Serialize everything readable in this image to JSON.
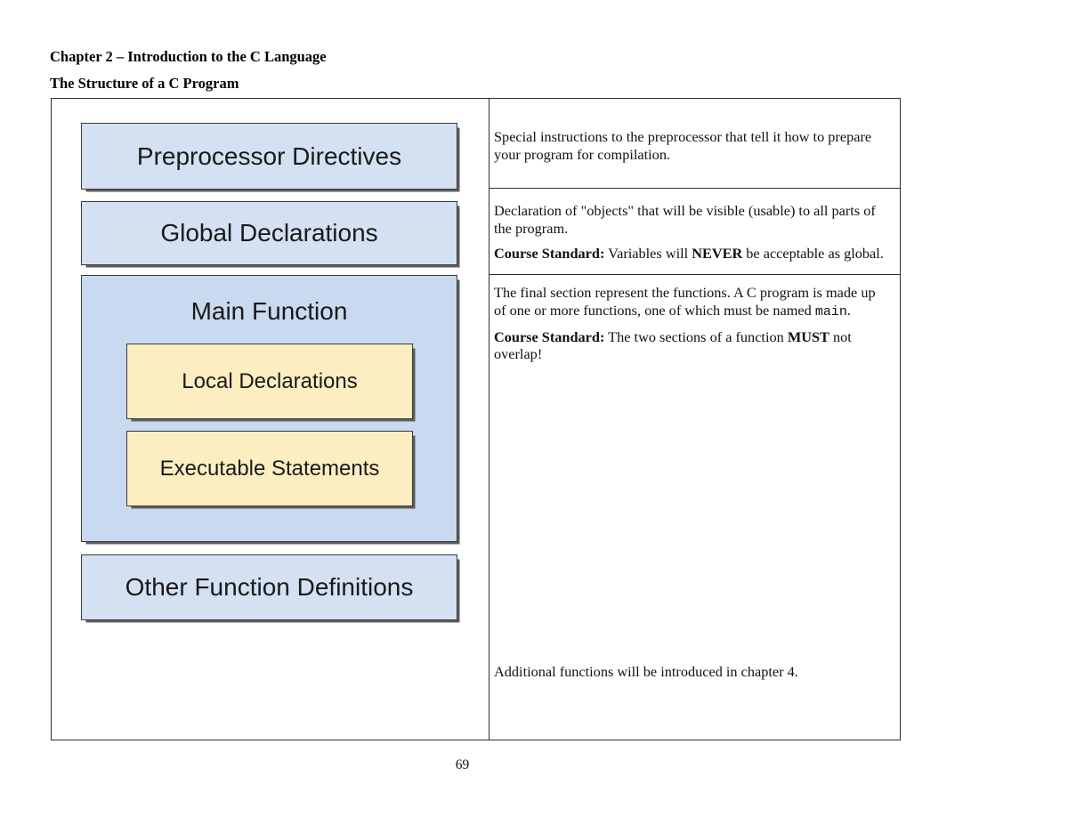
{
  "page": {
    "heading_line1": "Chapter 2 – Introduction to the C Language",
    "heading_line2": "The Structure of a C Program",
    "page_number": "69"
  },
  "diagram": {
    "preprocessor_box": "Preprocessor Directives",
    "global_box": "Global Declarations",
    "main_box": "Main Function",
    "local_box": "Local Declarations",
    "executable_box": "Executable Statements",
    "other_box": "Other Function Definitions",
    "colors": {
      "blue_fill": "#d3e1f3",
      "main_fill": "#c9daf0",
      "yellow_fill": "#fdeec2",
      "box_border": "#3a3a3a"
    }
  },
  "notes": {
    "preprocessor": {
      "p1": "Special instructions to the preprocessor that tell it how to prepare your program for compilation."
    },
    "global": {
      "p1": "Declaration of \"objects\" that will be visible (usable) to all parts of the program.",
      "standard_label": "Course Standard:",
      "standard_pre": " Variables will ",
      "standard_emph": "NEVER",
      "standard_post": " be acceptable as global."
    },
    "functions": {
      "p1_pre": "The final section represent the functions.  A C program is made up of one or more functions, one of which must be named ",
      "p1_code": "main",
      "p1_post": ".",
      "standard_label": "Course Standard:",
      "standard_pre": " The two sections of a function ",
      "standard_emph": "MUST",
      "standard_post": " not overlap!",
      "additional": "Additional functions will be introduced in chapter 4."
    }
  }
}
